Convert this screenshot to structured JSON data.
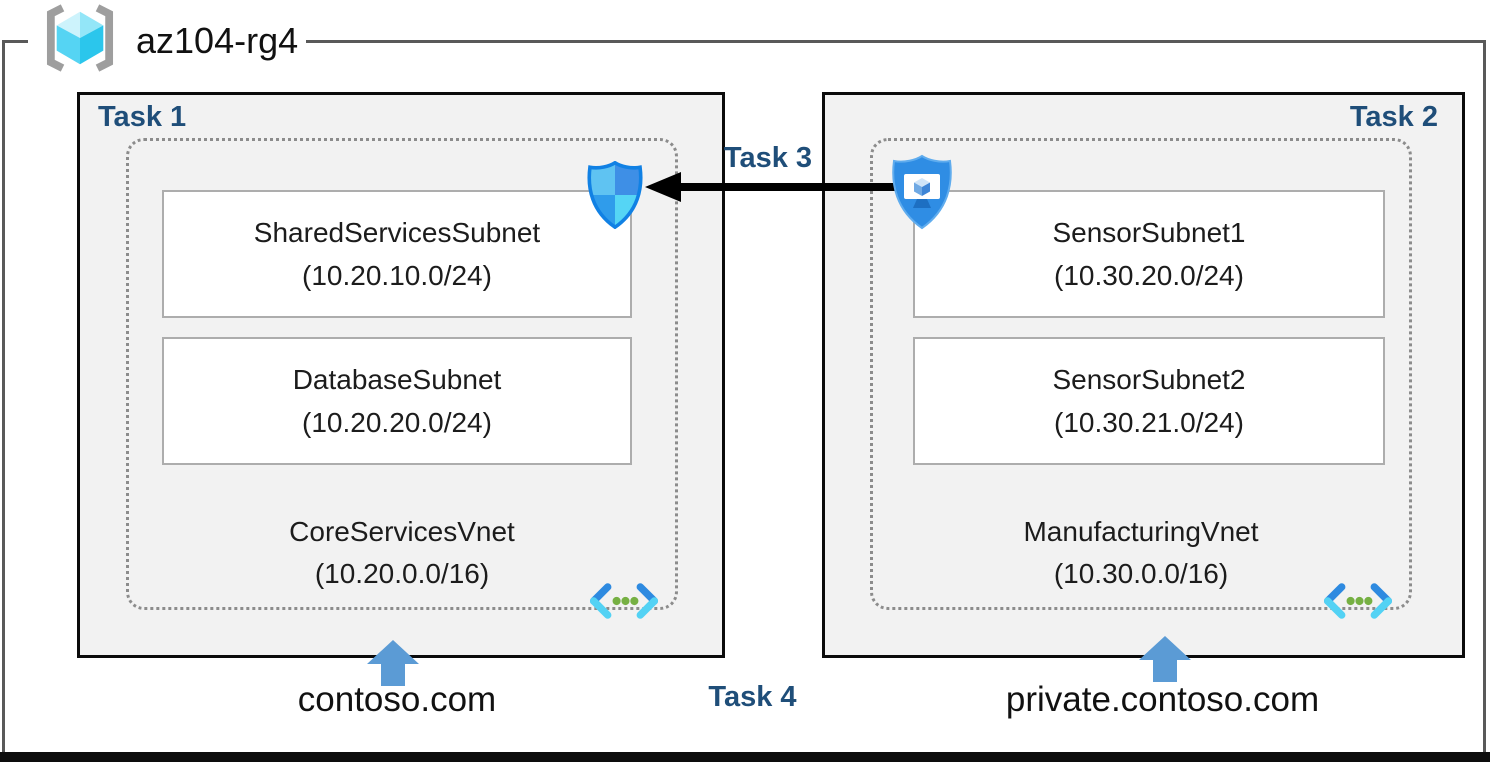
{
  "resource_group": {
    "name": "az104-rg4"
  },
  "tasks": {
    "task1": "Task 1",
    "task2": "Task 2",
    "task3": "Task 3",
    "task4": "Task 4"
  },
  "left": {
    "vnet_name": "CoreServicesVnet",
    "vnet_cidr": "(10.20.0.0/16)",
    "subnets": [
      {
        "name": "SharedServicesSubnet",
        "cidr": "(10.20.10.0/24)"
      },
      {
        "name": "DatabaseSubnet",
        "cidr": "(10.20.20.0/24)"
      }
    ],
    "domain": "contoso.com"
  },
  "right": {
    "vnet_name": "ManufacturingVnet",
    "vnet_cidr": "(10.30.0.0/16)",
    "subnets": [
      {
        "name": "SensorSubnet1",
        "cidr": "(10.30.20.0/24)"
      },
      {
        "name": "SensorSubnet2",
        "cidr": "(10.30.21.0/24)"
      }
    ],
    "domain": "private.contoso.com"
  },
  "icons": {
    "resource_group": "resource-group-icon",
    "left_security": "network-security-group-shield-icon",
    "right_security": "bastion-shield-icon",
    "vnet": "virtual-network-chevron-icon",
    "up_arrow": "up-arrow-icon",
    "peering_arrow": "left-black-arrow-icon"
  },
  "colors": {
    "task_label": "#1F4E79",
    "box_background": "#F2F2F2",
    "box_border": "#000000",
    "group_border": "#595959",
    "dashed_border": "#8C8C8C",
    "subnet_border": "#ADADAD",
    "up_arrow": "#5B9BD5",
    "peering_arrow": "#000000",
    "vnet_chevron_blue": "#2E8AE0",
    "vnet_chevron_cyan": "#53D2F4",
    "vnet_dot_green": "#76B043"
  }
}
